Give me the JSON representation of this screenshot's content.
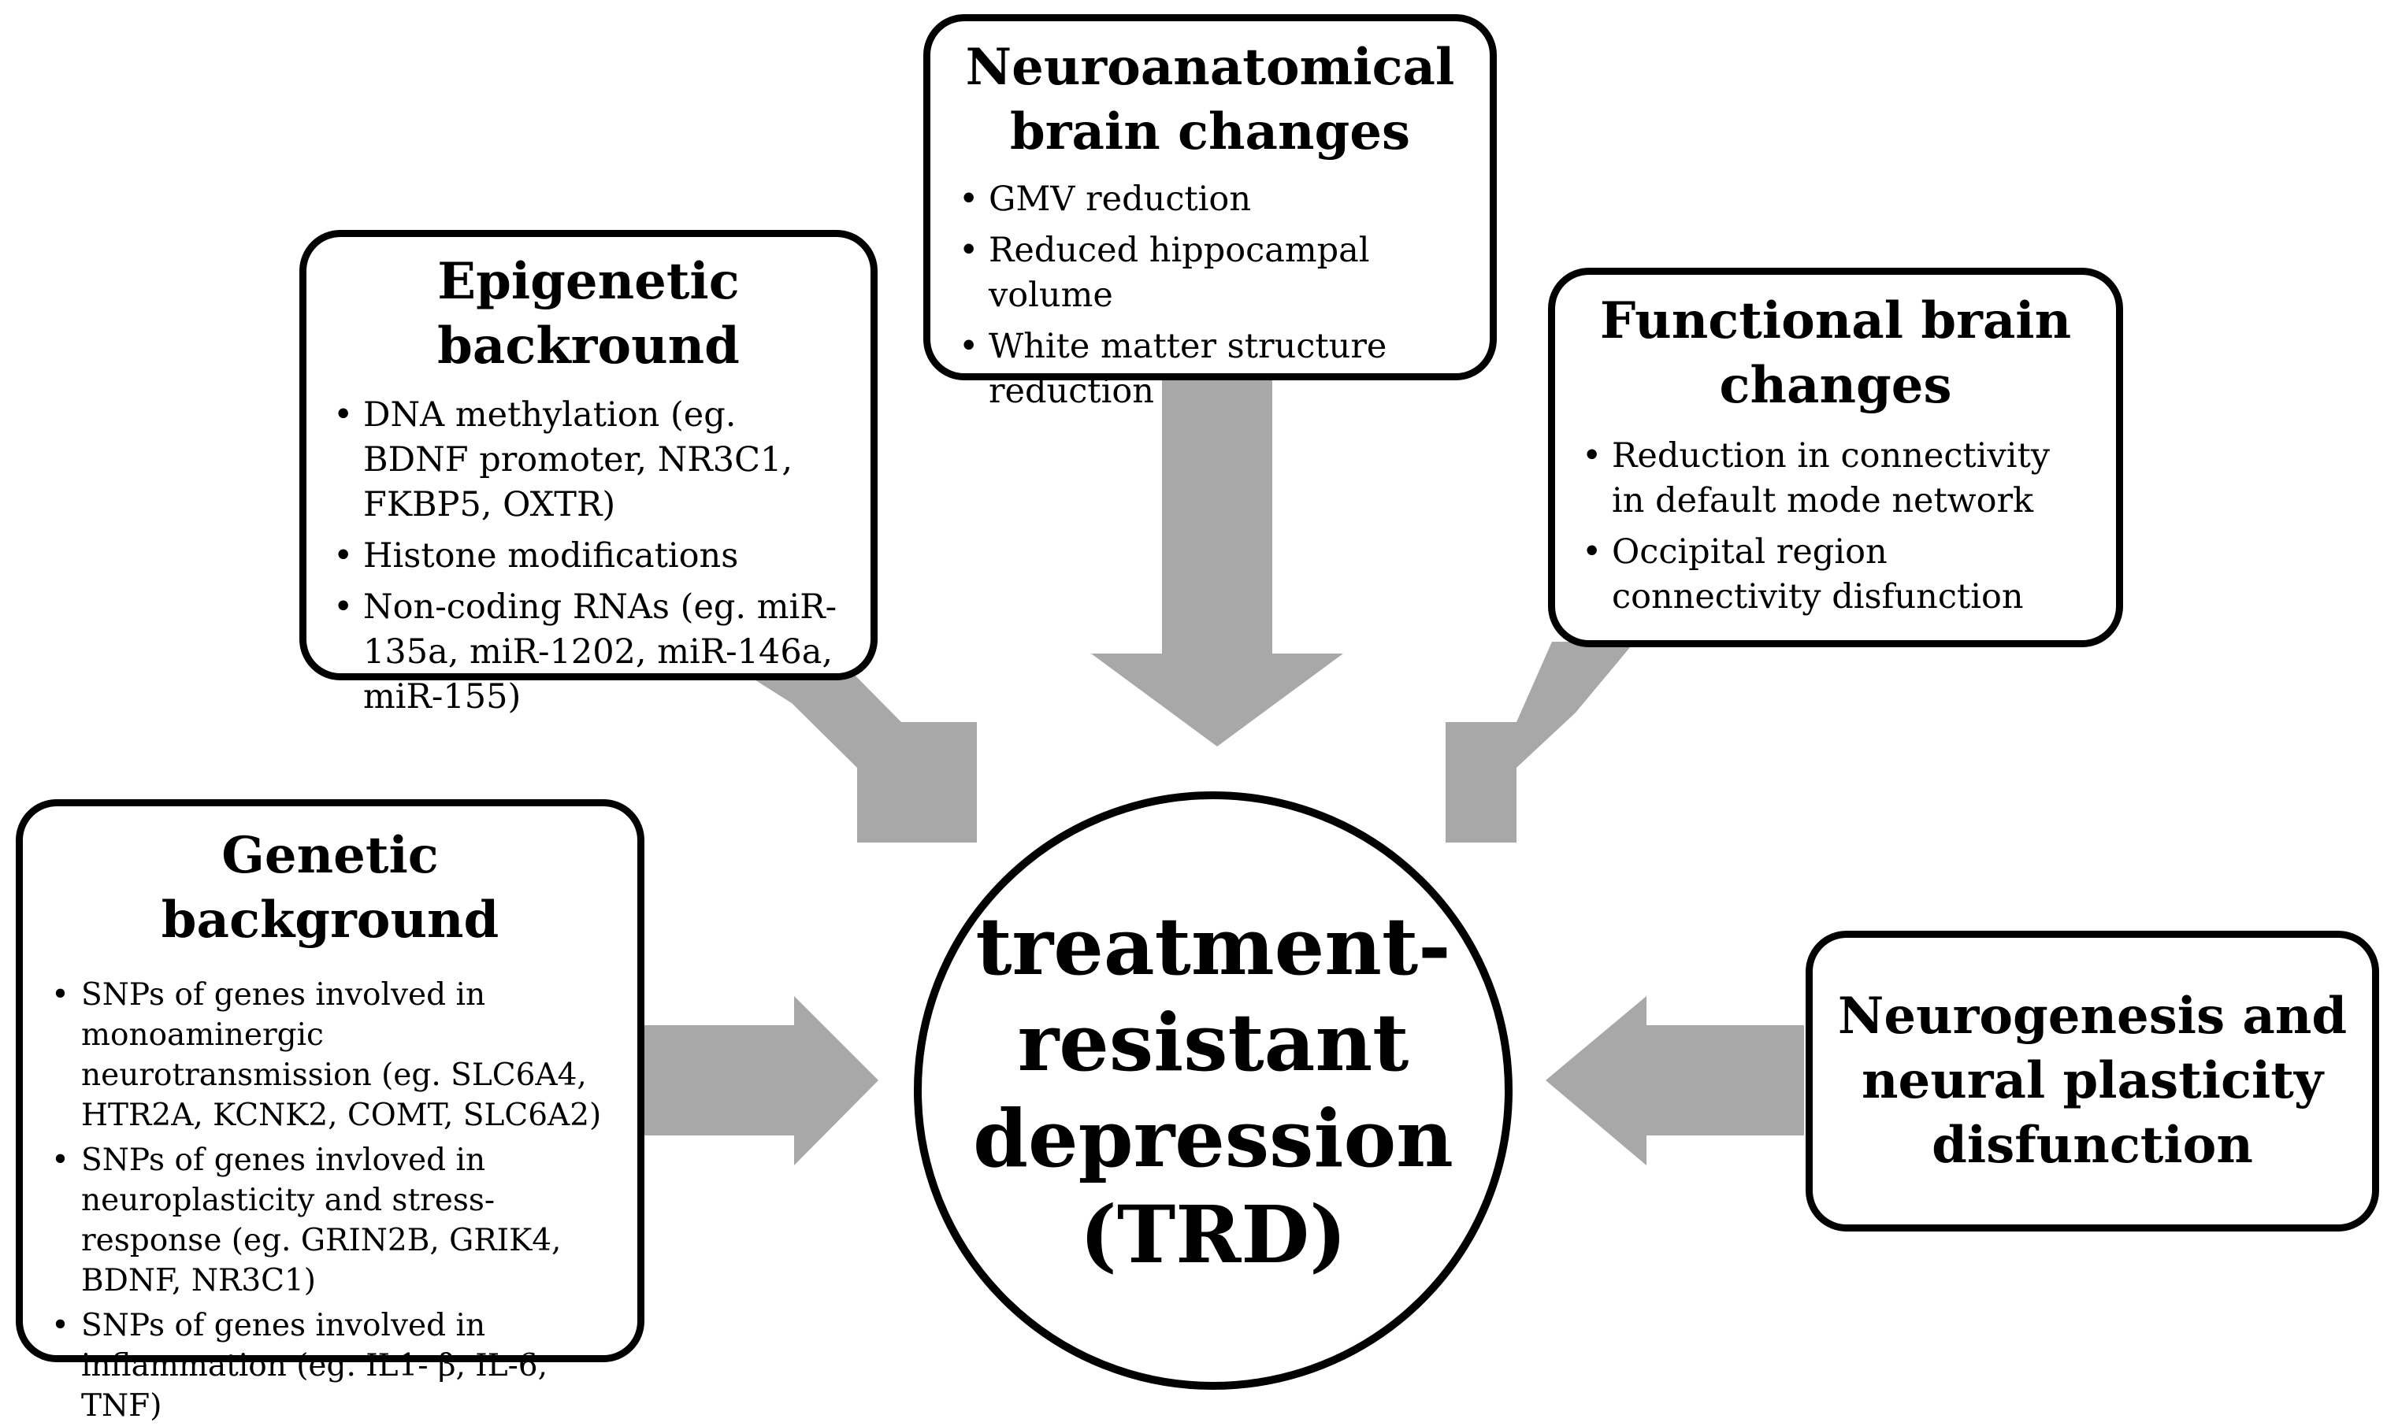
{
  "center": {
    "line1": "treatment-",
    "line2": "resistant",
    "line3": "depression",
    "line4": "(TRD)"
  },
  "neuroanatomical": {
    "title_line1": "Neuroanatomical",
    "title_line2": "brain changes",
    "items": [
      "GMV reduction",
      "Reduced hippocampal volume",
      "White matter structure reduction"
    ]
  },
  "epigenetic": {
    "title": "Epigenetic backround",
    "items": [
      "DNA methylation (eg. BDNF promoter, NR3C1, FKBP5, OXTR)",
      "Histone modifications",
      "Non-coding RNAs (eg. miR-135a, miR-1202, miR-146a, miR-155)"
    ]
  },
  "functional": {
    "title_line1": "Functional brain",
    "title_line2": "changes",
    "items": [
      "Reduction in connectivity in default mode network",
      "Occipital region connectivity disfunction"
    ]
  },
  "genetic": {
    "title": "Genetic background",
    "items": [
      "SNPs of genes involved in monoaminergic neurotransmission (eg. SLC6A4, HTR2A, KCNK2, COMT, SLC6A2)",
      "SNPs of genes invloved in neuroplasticity and stress-response (eg. GRIN2B, GRIK4, BDNF, NR3C1)",
      "SNPs of genes involved in inflammation (eg. IL1- β, IL-6, TNF)"
    ]
  },
  "neurogenesis": {
    "title_line1": "Neurogenesis and",
    "title_line2": "neural plasticity",
    "title_line3": "disfunction"
  },
  "colors": {
    "arrow": "#a8a8a8",
    "border": "#000000",
    "background": "#ffffff"
  }
}
